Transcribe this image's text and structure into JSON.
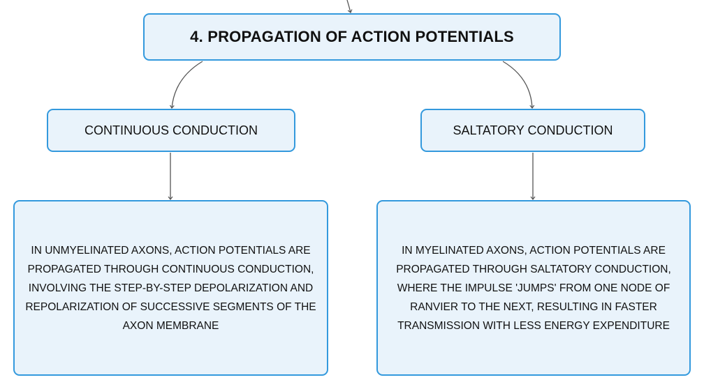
{
  "colors": {
    "node_fill": "#e9f3fb",
    "node_border": "#3399dd",
    "connector": "#555555"
  },
  "root": {
    "label": "4. PROPAGATION OF ACTION POTENTIALS"
  },
  "branches": [
    {
      "label": "CONTINUOUS CONDUCTION",
      "detail": "IN UNMYELINATED AXONS, ACTION POTENTIALS ARE PROPAGATED THROUGH CONTINUOUS CONDUCTION, INVOLVING THE STEP-BY-STEP DEPOLARIZATION AND REPOLARIZATION OF SUCCESSIVE SEGMENTS OF THE AXON MEMBRANE"
    },
    {
      "label": "SALTATORY CONDUCTION",
      "detail": "IN MYELINATED AXONS, ACTION POTENTIALS ARE PROPAGATED THROUGH SALTATORY CONDUCTION, WHERE THE IMPULSE 'JUMPS' FROM ONE NODE OF RANVIER TO THE NEXT, RESULTING IN FASTER TRANSMISSION WITH LESS ENERGY EXPENDITURE"
    }
  ]
}
